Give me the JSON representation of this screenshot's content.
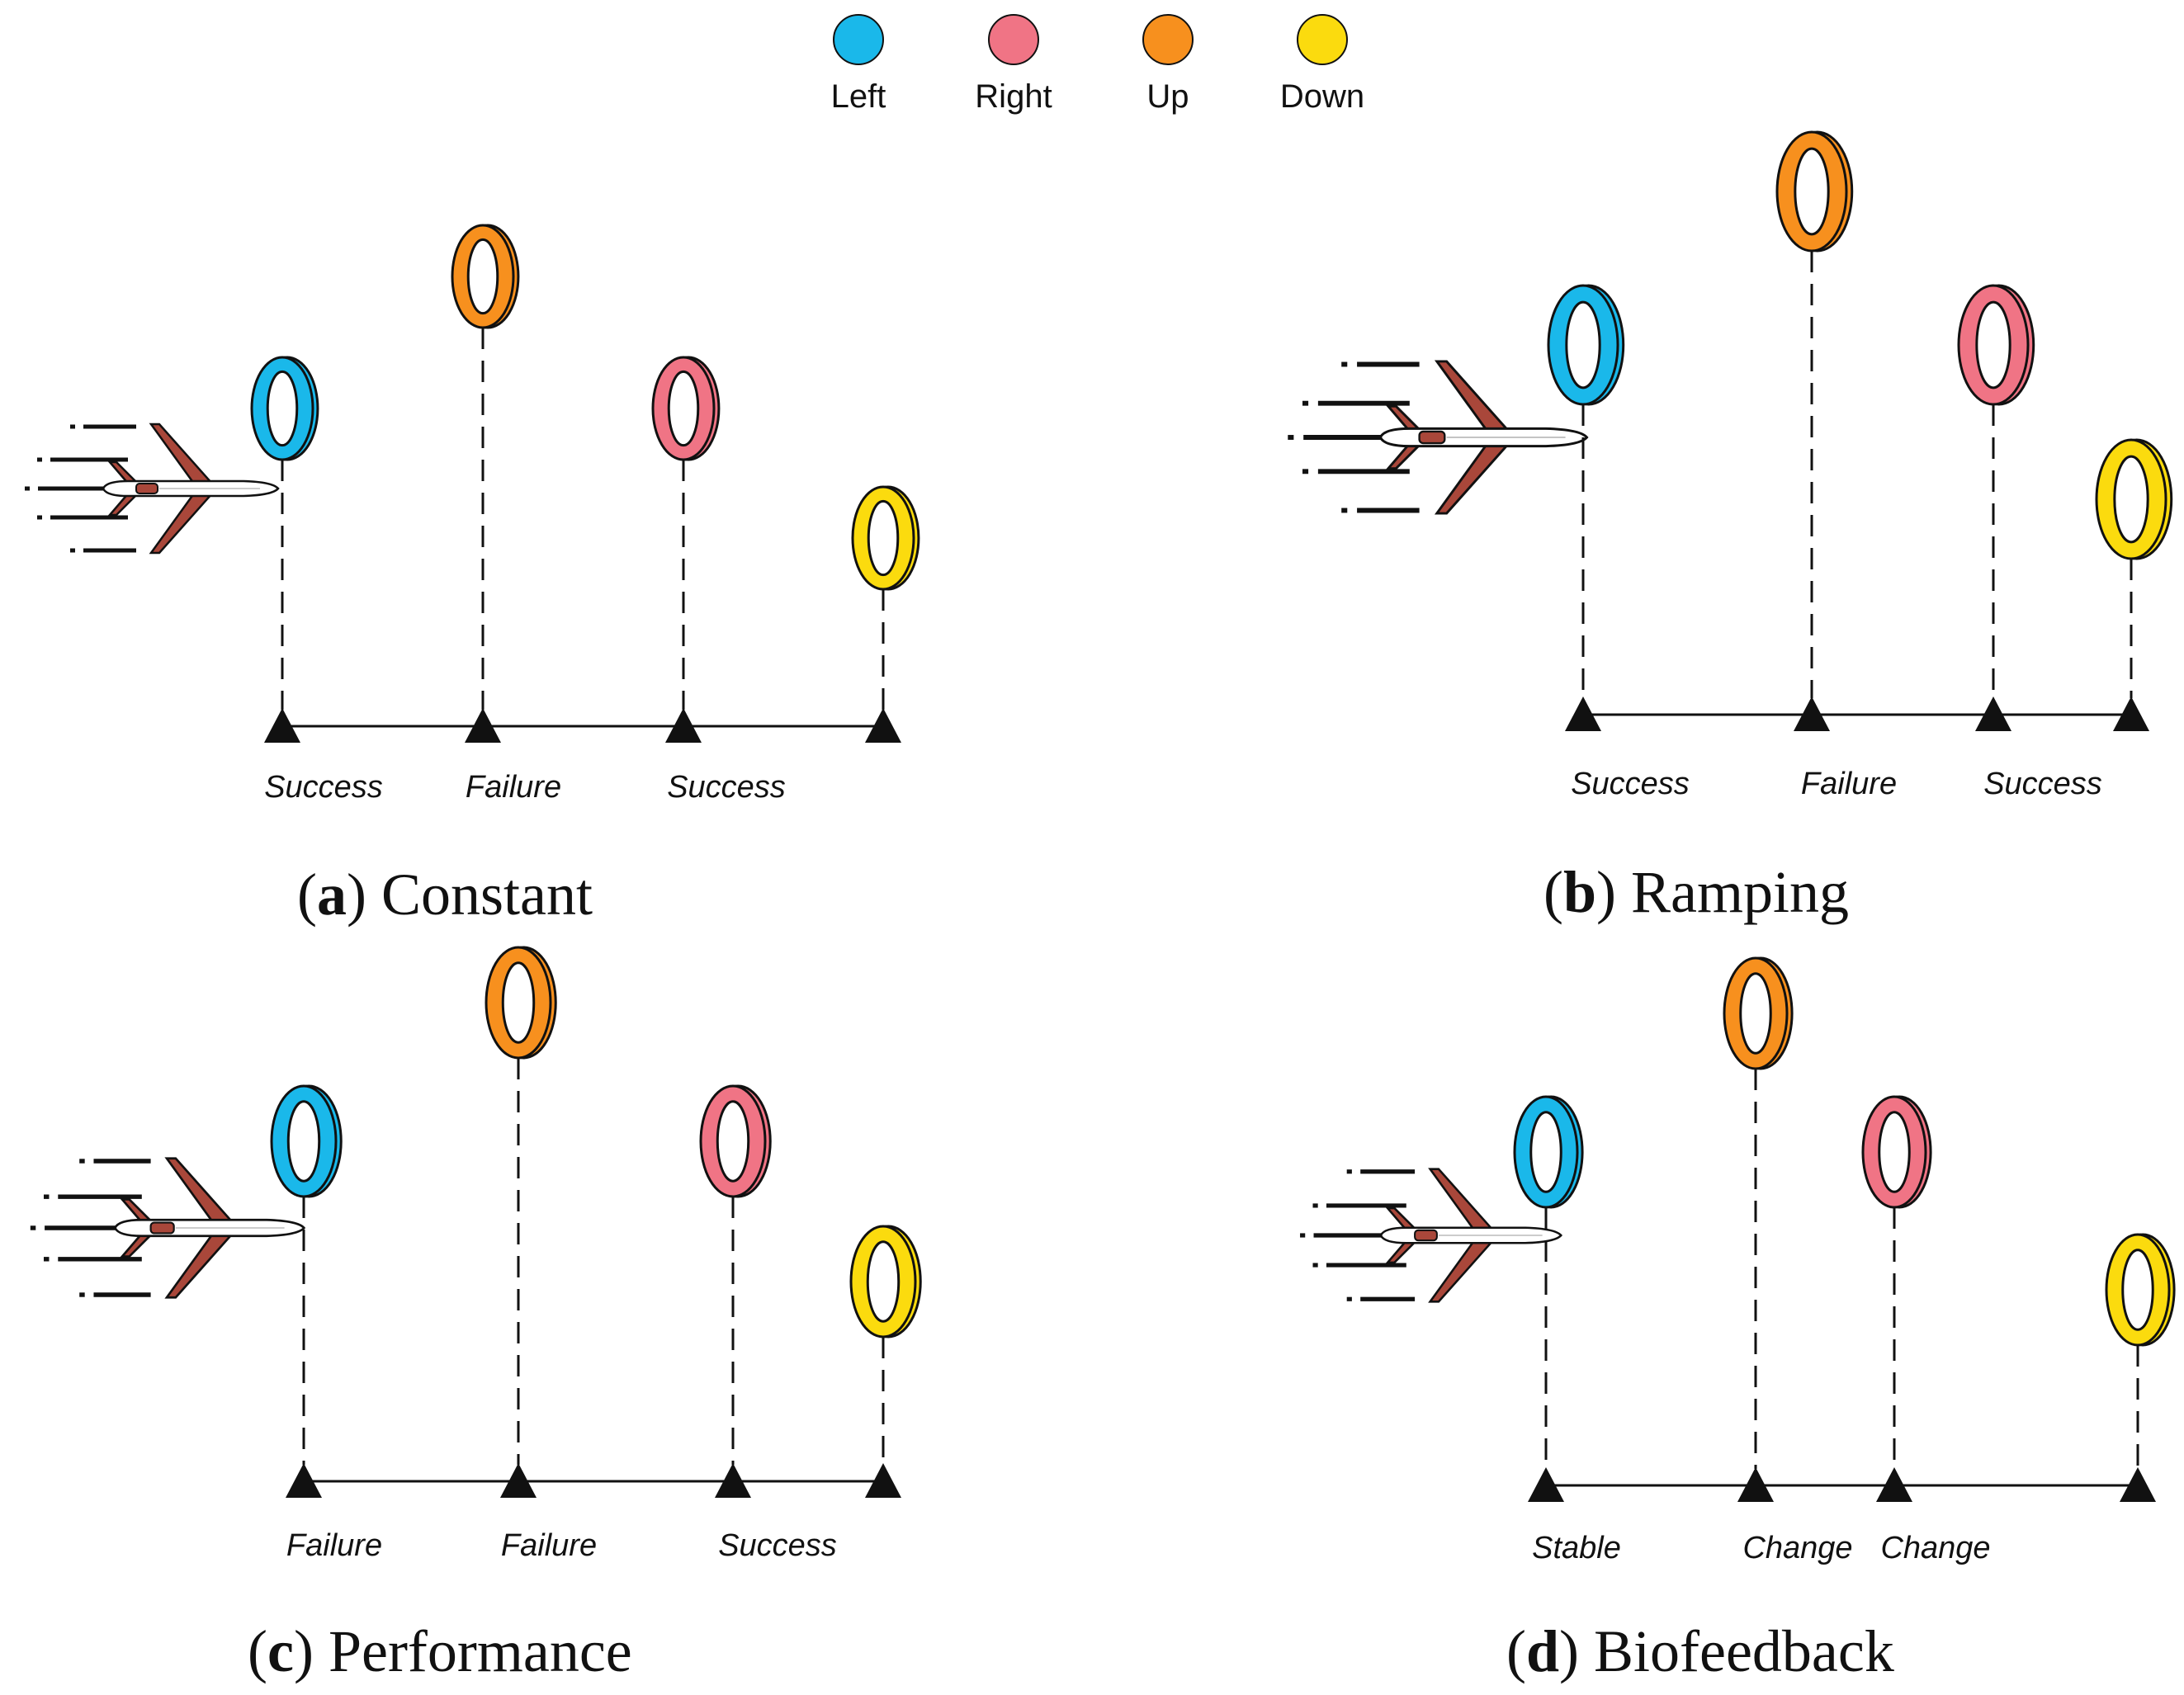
{
  "legend": [
    {
      "label": "Left",
      "color": "#1ab8ea"
    },
    {
      "label": "Right",
      "color": "#f07485"
    },
    {
      "label": "Up",
      "color": "#f7901e"
    },
    {
      "label": "Down",
      "color": "#fbdb0e"
    }
  ],
  "panels": [
    {
      "letter": "a",
      "title": "Constant",
      "rings": [
        "Left",
        "Up",
        "Right",
        "Down"
      ],
      "outcomes": [
        "Success",
        "Failure",
        "Success",
        ""
      ]
    },
    {
      "letter": "b",
      "title": "Ramping",
      "rings": [
        "Left",
        "Up",
        "Right",
        "Down"
      ],
      "outcomes": [
        "Success",
        "Failure",
        "Success",
        ""
      ]
    },
    {
      "letter": "c",
      "title": "Performance",
      "rings": [
        "Left",
        "Up",
        "Right",
        "Down"
      ],
      "outcomes": [
        "Failure",
        "Failure",
        "Success",
        ""
      ]
    },
    {
      "letter": "d",
      "title": "Biofeedback",
      "rings": [
        "Left",
        "Up",
        "Right",
        "Down"
      ],
      "outcomes": [
        "Stable",
        "Change",
        "Change",
        ""
      ]
    }
  ]
}
